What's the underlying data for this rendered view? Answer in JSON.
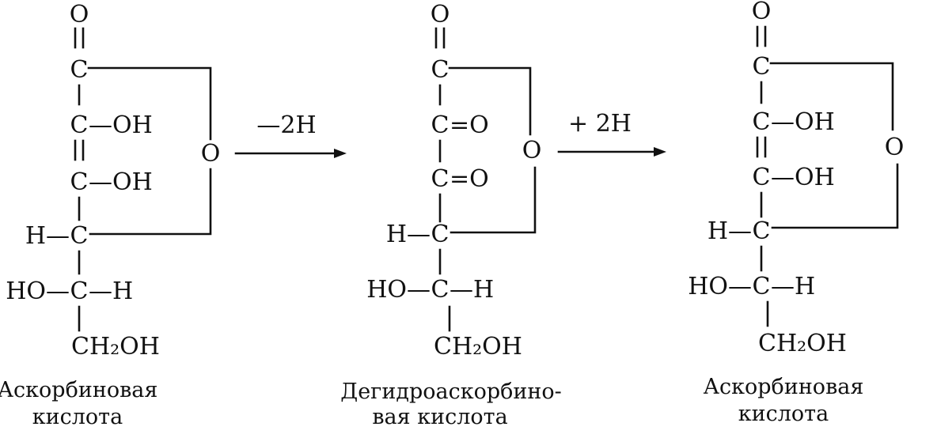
{
  "structures": [
    {
      "atoms": {
        "O_top": "O",
        "C1": "C",
        "C2": "C",
        "C2_sub": "—OH",
        "C3": "C",
        "C3_sub": "—OH",
        "C4_H": "H—",
        "C4": "C",
        "C5_HO": "HO—",
        "C5": "C",
        "C5_H": "—H",
        "C6": "CH₂OH",
        "ring_O": "O"
      },
      "caption": [
        "Аскорбиновая",
        "кислота"
      ]
    },
    {
      "atoms": {
        "O_top": "O",
        "C1": "C",
        "C2": "C",
        "C2_sub": "=O",
        "C3": "C",
        "C3_sub": "=O",
        "C4_H": "H—",
        "C4": "C",
        "C5_HO": "HO—",
        "C5": "C",
        "C5_H": "—H",
        "C6": "CH₂OH",
        "ring_O": "O"
      },
      "caption": [
        "Дегидроаскорбино-",
        "вая кислота"
      ]
    },
    {
      "atoms": {
        "O_top": "O",
        "C1": "C",
        "C2": "C",
        "C2_sub": "—OH",
        "C3": "C",
        "C3_sub": "—OH",
        "C4_H": "H—",
        "C4": "C",
        "C5_HO": "HO—",
        "C5": "C",
        "C5_H": "—H",
        "C6": "CH₂OH",
        "ring_O": "O"
      },
      "caption": [
        "Аскорбиновая",
        "кислота"
      ]
    }
  ],
  "arrows": [
    {
      "label": "—2H"
    },
    {
      "label": "+ 2H"
    }
  ]
}
